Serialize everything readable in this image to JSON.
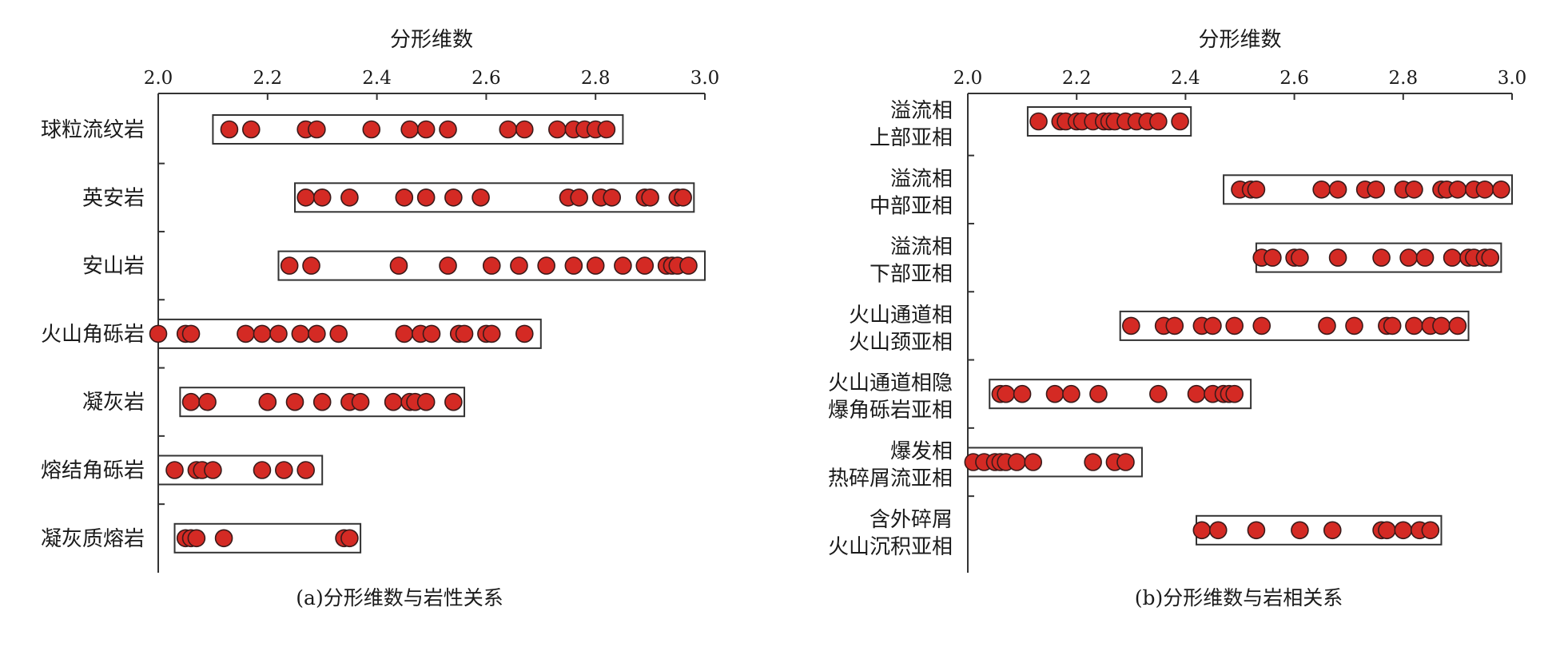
{
  "chart_data": [
    {
      "type": "scatter",
      "title": "分形维数",
      "caption": "(a)分形维数与岩性关系",
      "xlim": [
        2.0,
        3.0
      ],
      "xticks": [
        "2.0",
        "2.2",
        "2.4",
        "2.6",
        "2.8",
        "3.0"
      ],
      "tick_values": [
        2.0,
        2.2,
        2.4,
        2.6,
        2.8,
        3.0
      ],
      "legend": "none",
      "grid": false,
      "categories": [
        {
          "label": [
            "球粒流纹岩"
          ],
          "range": [
            2.1,
            2.85
          ],
          "values": [
            2.13,
            2.17,
            2.27,
            2.29,
            2.39,
            2.46,
            2.49,
            2.53,
            2.64,
            2.67,
            2.73,
            2.76,
            2.78,
            2.8,
            2.82
          ]
        },
        {
          "label": [
            "英安岩"
          ],
          "range": [
            2.25,
            2.98
          ],
          "values": [
            2.27,
            2.3,
            2.35,
            2.45,
            2.49,
            2.54,
            2.59,
            2.75,
            2.77,
            2.81,
            2.83,
            2.89,
            2.9,
            2.95,
            2.96
          ]
        },
        {
          "label": [
            "安山岩"
          ],
          "range": [
            2.22,
            3.0
          ],
          "values": [
            2.24,
            2.28,
            2.44,
            2.53,
            2.61,
            2.66,
            2.71,
            2.76,
            2.8,
            2.85,
            2.89,
            2.93,
            2.94,
            2.95,
            2.97
          ]
        },
        {
          "label": [
            "火山角砾岩"
          ],
          "range": [
            2.0,
            2.7
          ],
          "values": [
            2.0,
            2.05,
            2.06,
            2.16,
            2.19,
            2.22,
            2.26,
            2.29,
            2.33,
            2.45,
            2.48,
            2.5,
            2.55,
            2.56,
            2.6,
            2.61,
            2.67
          ]
        },
        {
          "label": [
            "凝灰岩"
          ],
          "range": [
            2.04,
            2.56
          ],
          "values": [
            2.06,
            2.09,
            2.2,
            2.25,
            2.3,
            2.35,
            2.37,
            2.43,
            2.46,
            2.47,
            2.49,
            2.54
          ]
        },
        {
          "label": [
            "熔结角砾岩"
          ],
          "range": [
            2.0,
            2.3
          ],
          "values": [
            2.03,
            2.07,
            2.08,
            2.1,
            2.19,
            2.23,
            2.27
          ]
        },
        {
          "label": [
            "凝灰质熔岩"
          ],
          "range": [
            2.03,
            2.37
          ],
          "values": [
            2.05,
            2.06,
            2.07,
            2.12,
            2.34,
            2.35
          ]
        }
      ]
    },
    {
      "type": "scatter",
      "title": "分形维数",
      "caption": "(b)分形维数与岩相关系",
      "xlim": [
        2.0,
        3.0
      ],
      "xticks": [
        "2.0",
        "2.2",
        "2.4",
        "2.6",
        "2.8",
        "3.0"
      ],
      "tick_values": [
        2.0,
        2.2,
        2.4,
        2.6,
        2.8,
        3.0
      ],
      "legend": "none",
      "grid": false,
      "categories": [
        {
          "label": [
            "溢流相",
            "上部亚相"
          ],
          "range": [
            2.11,
            2.41
          ],
          "values": [
            2.13,
            2.17,
            2.18,
            2.2,
            2.21,
            2.23,
            2.25,
            2.26,
            2.27,
            2.29,
            2.31,
            2.33,
            2.35,
            2.39
          ]
        },
        {
          "label": [
            "溢流相",
            "中部亚相"
          ],
          "range": [
            2.47,
            3.0
          ],
          "values": [
            2.5,
            2.52,
            2.53,
            2.65,
            2.68,
            2.73,
            2.75,
            2.8,
            2.82,
            2.87,
            2.88,
            2.9,
            2.93,
            2.95,
            2.98
          ]
        },
        {
          "label": [
            "溢流相",
            "下部亚相"
          ],
          "range": [
            2.53,
            2.98
          ],
          "values": [
            2.54,
            2.56,
            2.6,
            2.61,
            2.68,
            2.76,
            2.81,
            2.84,
            2.89,
            2.92,
            2.93,
            2.95,
            2.96
          ]
        },
        {
          "label": [
            "火山通道相",
            "火山颈亚相"
          ],
          "range": [
            2.28,
            2.92
          ],
          "values": [
            2.3,
            2.36,
            2.38,
            2.43,
            2.45,
            2.49,
            2.54,
            2.66,
            2.71,
            2.77,
            2.78,
            2.82,
            2.85,
            2.87,
            2.9
          ]
        },
        {
          "label": [
            "火山通道相隐",
            "爆角砾岩亚相"
          ],
          "range": [
            2.04,
            2.52
          ],
          "values": [
            2.06,
            2.07,
            2.1,
            2.16,
            2.19,
            2.24,
            2.35,
            2.42,
            2.45,
            2.47,
            2.48,
            2.49
          ]
        },
        {
          "label": [
            "爆发相",
            "热碎屑流亚相"
          ],
          "range": [
            2.0,
            2.32
          ],
          "values": [
            2.01,
            2.03,
            2.05,
            2.06,
            2.07,
            2.09,
            2.12,
            2.23,
            2.27,
            2.29
          ]
        },
        {
          "label": [
            "含外碎屑",
            "火山沉积亚相"
          ],
          "range": [
            2.42,
            2.87
          ],
          "values": [
            2.43,
            2.46,
            2.53,
            2.61,
            2.67,
            2.76,
            2.77,
            2.8,
            2.83,
            2.85
          ]
        }
      ]
    }
  ],
  "colors": {
    "dot_fill": "#d42a24",
    "dot_stroke": "#3a1a1a",
    "axis": "#333333",
    "box_stroke": "#333333"
  }
}
